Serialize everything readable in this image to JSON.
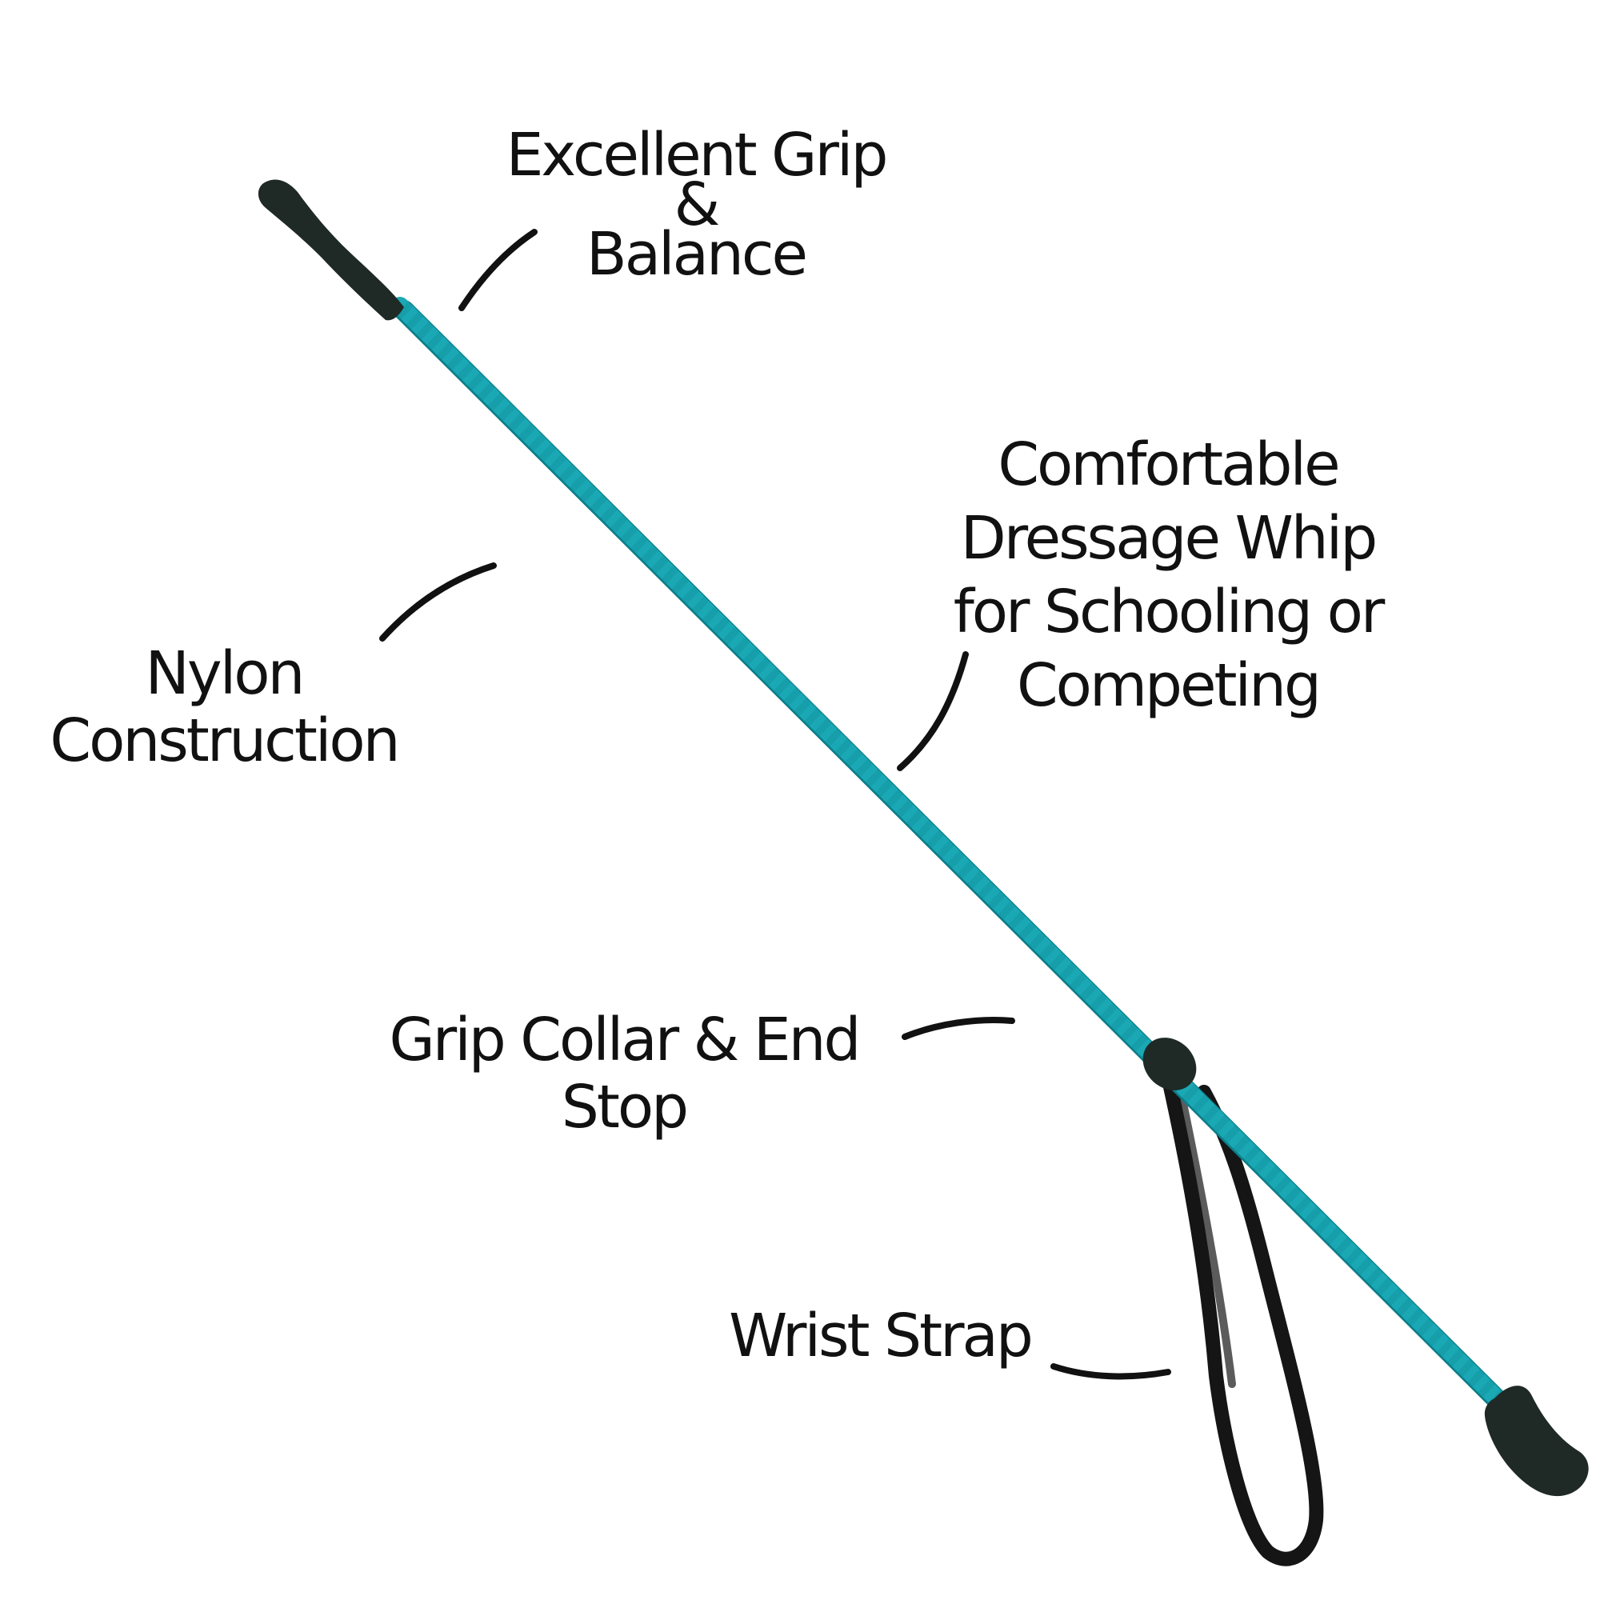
{
  "colors": {
    "shaft": "#1aa8b5",
    "shaft_shadow": "#0b7e89",
    "rubber": "#1f2a27",
    "strap": "#151515",
    "leader_line": "#111111",
    "text": "#111111",
    "background": "#ffffff"
  },
  "labels": {
    "grip_balance": {
      "line1": "Excellent Grip",
      "line2": "&",
      "line3": "Balance"
    },
    "dressage": {
      "line1": "Comfortable",
      "line2": "Dressage Whip",
      "line3": "for Schooling or",
      "line4": "Competing"
    },
    "nylon": {
      "line1": "Nylon",
      "line2": "Construction"
    },
    "collar": {
      "line1": "Grip Collar & End",
      "line2": "Stop"
    },
    "strap": {
      "line1": "Wrist Strap"
    }
  },
  "icons": [
    "whip-illustration",
    "leader-line"
  ]
}
